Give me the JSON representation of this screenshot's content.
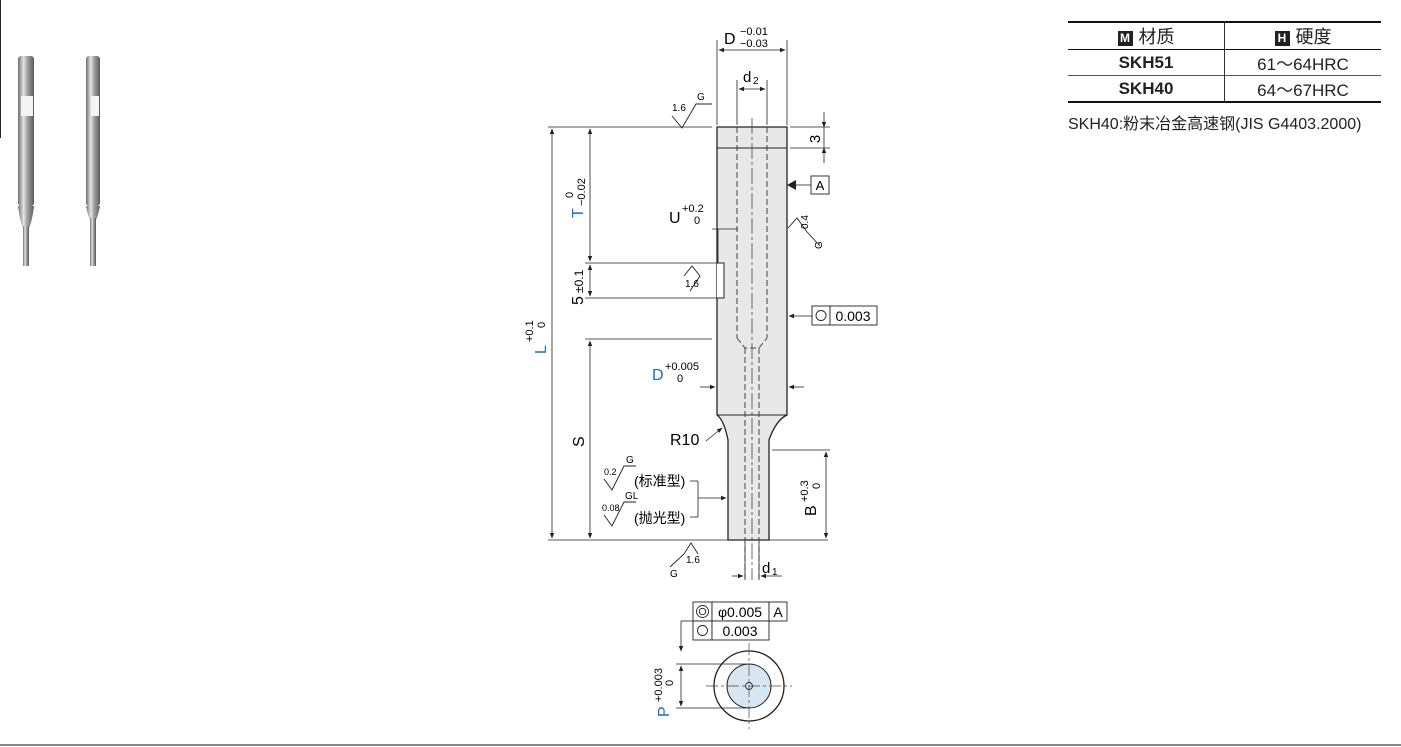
{
  "colors": {
    "accent_blue": "#1a6fc4",
    "part_fill": "#e8e8e8",
    "line": "#222222"
  },
  "photo": {
    "icon": "punch-pin-photo"
  },
  "drawing": {
    "D_top": "D",
    "D_top_tol_upper": "−0.01",
    "D_top_tol_lower": "−0.03",
    "d2": "d",
    "d2_sub": "2",
    "d1": "d",
    "d1_sub": "1",
    "dim_3": "3",
    "datum_A": "A",
    "circularity_value": "0.003",
    "T": "T",
    "T_tol_upper": "0",
    "T_tol_lower": "−0.02",
    "U": "U",
    "U_tol_upper": "+0.2",
    "U_tol_lower": "0",
    "dim_5": "5",
    "dim_5_tol": "±0.1",
    "L": "L",
    "L_tol_upper": "+0.1",
    "L_tol_lower": "0",
    "D_mid": "D",
    "D_mid_tol_upper": "+0.005",
    "D_mid_tol_lower": "0",
    "S": "S",
    "R10": "R10",
    "B": "B",
    "B_tol_upper": "+0.3",
    "B_tol_lower": "0",
    "rough_top_value": "1.6",
    "rough_top_grade": "G",
    "rough_side_value": "0.4",
    "rough_side_grade": "G",
    "rough_groove_value": "1.6",
    "rough_bottom_value": "1.6",
    "rough_bottom_grade": "G",
    "rough_std_value": "0.2",
    "rough_std_grade": "G",
    "rough_pol_value": "0.08",
    "rough_pol_grade": "GL",
    "type_standard": "(标准型)",
    "type_polished": "(抛光型)",
    "fcf_concentricity": "φ0.005",
    "fcf_datum": "A",
    "fcf_circularity": "0.003",
    "P": "P",
    "P_tol_upper": "+0.003",
    "P_tol_lower": "0"
  },
  "material_table": {
    "header_material_badge": "M",
    "header_material": "材质",
    "header_hardness_badge": "H",
    "header_hardness": "硬度",
    "rows": [
      {
        "material": "SKH51",
        "hardness": "61～64HRC"
      },
      {
        "material": "SKH40",
        "hardness": "64～67HRC"
      }
    ],
    "note": "SKH40:粉末冶金高速钢(JIS G4403.2000)"
  }
}
